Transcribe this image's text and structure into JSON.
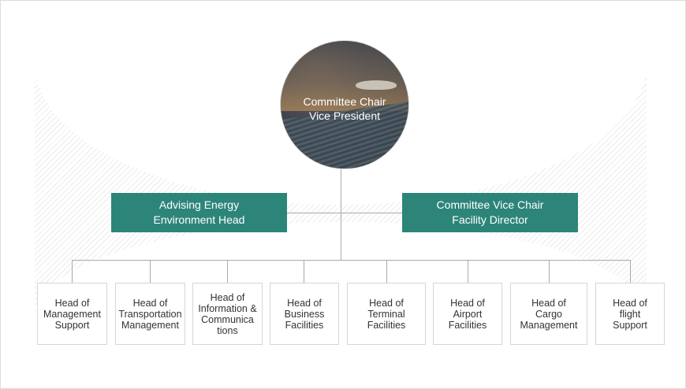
{
  "chair": {
    "label": "Committee Chair\nVice President"
  },
  "advisor": {
    "label": "Advising Energy\nEnvironment Head"
  },
  "vice_chair": {
    "label": "Committee Vice Chair\nFacility Director"
  },
  "heads": [
    {
      "label": "Head of\nManagement\nSupport"
    },
    {
      "label": "Head of\nTransportation\nManagement"
    },
    {
      "label": "Head of\nInformation &\nCommunica\ntions"
    },
    {
      "label": "Head of\nBusiness\nFacilities"
    },
    {
      "label": "Head of\nTerminal\nFacilities"
    },
    {
      "label": "Head of\nAirport\nFacilities"
    },
    {
      "label": "Head of\nCargo\nManagement"
    },
    {
      "label": "Head of\nflight\nSupport"
    }
  ],
  "colors": {
    "accent": "#2d857a",
    "connector": "#aaaaaa",
    "box_border": "#d6d6d6"
  }
}
